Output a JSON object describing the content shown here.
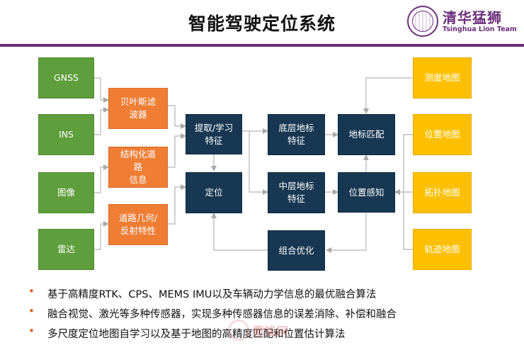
{
  "header": {
    "title": "智能驾驶定位系统",
    "logo_text": "清华猛狮",
    "logo_subtitle": "Tsinghua Lion Team",
    "accent_color": "#6b2f7a"
  },
  "diagram": {
    "sensors": [
      "GNSS",
      "INS",
      "图像",
      "雷达"
    ],
    "filters": [
      "贝叶斯滤\n波器",
      "结构化道\n路\n信息",
      "道路几何/\n反射特性"
    ],
    "feature_extraction": "提取/学习\n特征",
    "localization": "定位",
    "bottom_landmark": "底层地标\n特征",
    "mid_landmark": "中层地标\n特征",
    "fusion_optimization": "组合优化",
    "landmark_matching": "地标匹配",
    "position_perception": "位置感知",
    "maps": [
      "测度地图",
      "位置地图",
      "拓扑地图",
      "轨迹地图"
    ],
    "colors": {
      "sensor": "#5e9e3c",
      "filter": "#ef7d34",
      "process": "#173752",
      "map": "#fdc000"
    }
  },
  "bullets": [
    "基于高精度RTK、CPS、MEMS IMU以及车辆动力学信息的最优融合算法",
    "融合视觉、激光等多种传感器，实现多种传感器信息的误差消除、补偿和融合",
    "多尺度定位地图自学习以及基于地图的高精度匹配和位置估计算法"
  ],
  "watermark": "雷锋网"
}
